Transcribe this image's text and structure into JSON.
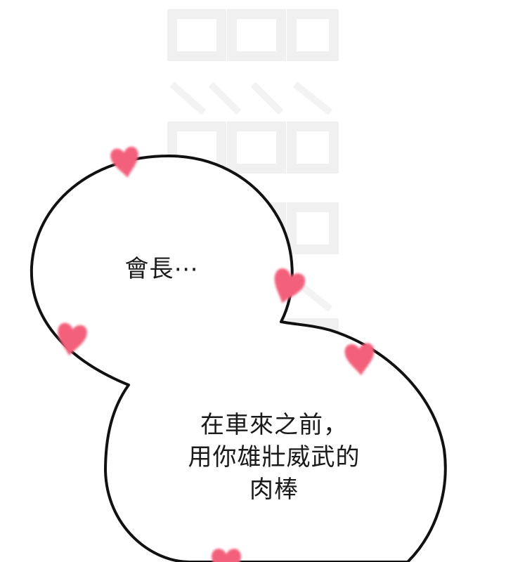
{
  "bubble_top": {
    "text": "會長⋯"
  },
  "bubble_bottom": {
    "lines": [
      "在車來之前，",
      "用你雄壯威武的",
      "肉棒"
    ]
  },
  "colors": {
    "background": "#ffffff",
    "outline": "#111111",
    "heart": "#f3607c",
    "watermark": "#f1f1f1"
  }
}
